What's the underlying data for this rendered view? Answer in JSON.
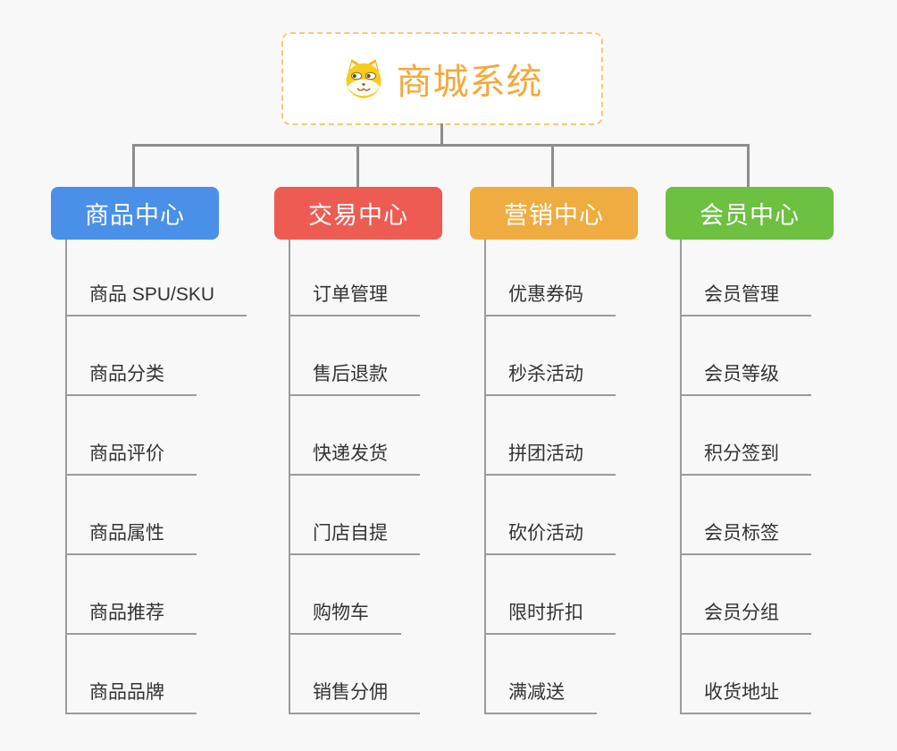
{
  "root": {
    "label": "商城系统",
    "icon": "shiba-dog-icon",
    "text_color": "#f2a93b",
    "border_color": "#f3c87a"
  },
  "connector_color": "#8d8d8d",
  "child_line_color": "#9b9b9b",
  "branches": [
    {
      "label": "商品中心",
      "color": "#4a90e9",
      "children": [
        "商品 SPU/SKU",
        "商品分类",
        "商品评价",
        "商品属性",
        "商品推荐",
        "商品品牌"
      ]
    },
    {
      "label": "交易中心",
      "color": "#ee5b53",
      "children": [
        "订单管理",
        "售后退款",
        "快递发货",
        "门店自提",
        "购物车",
        "销售分佣"
      ]
    },
    {
      "label": "营销中心",
      "color": "#eeac41",
      "children": [
        "优惠券码",
        "秒杀活动",
        "拼团活动",
        "砍价活动",
        "限时折扣",
        "满减送"
      ]
    },
    {
      "label": "会员中心",
      "color": "#6ec040",
      "children": [
        "会员管理",
        "会员等级",
        "积分签到",
        "会员标签",
        "会员分组",
        "收货地址"
      ]
    }
  ]
}
